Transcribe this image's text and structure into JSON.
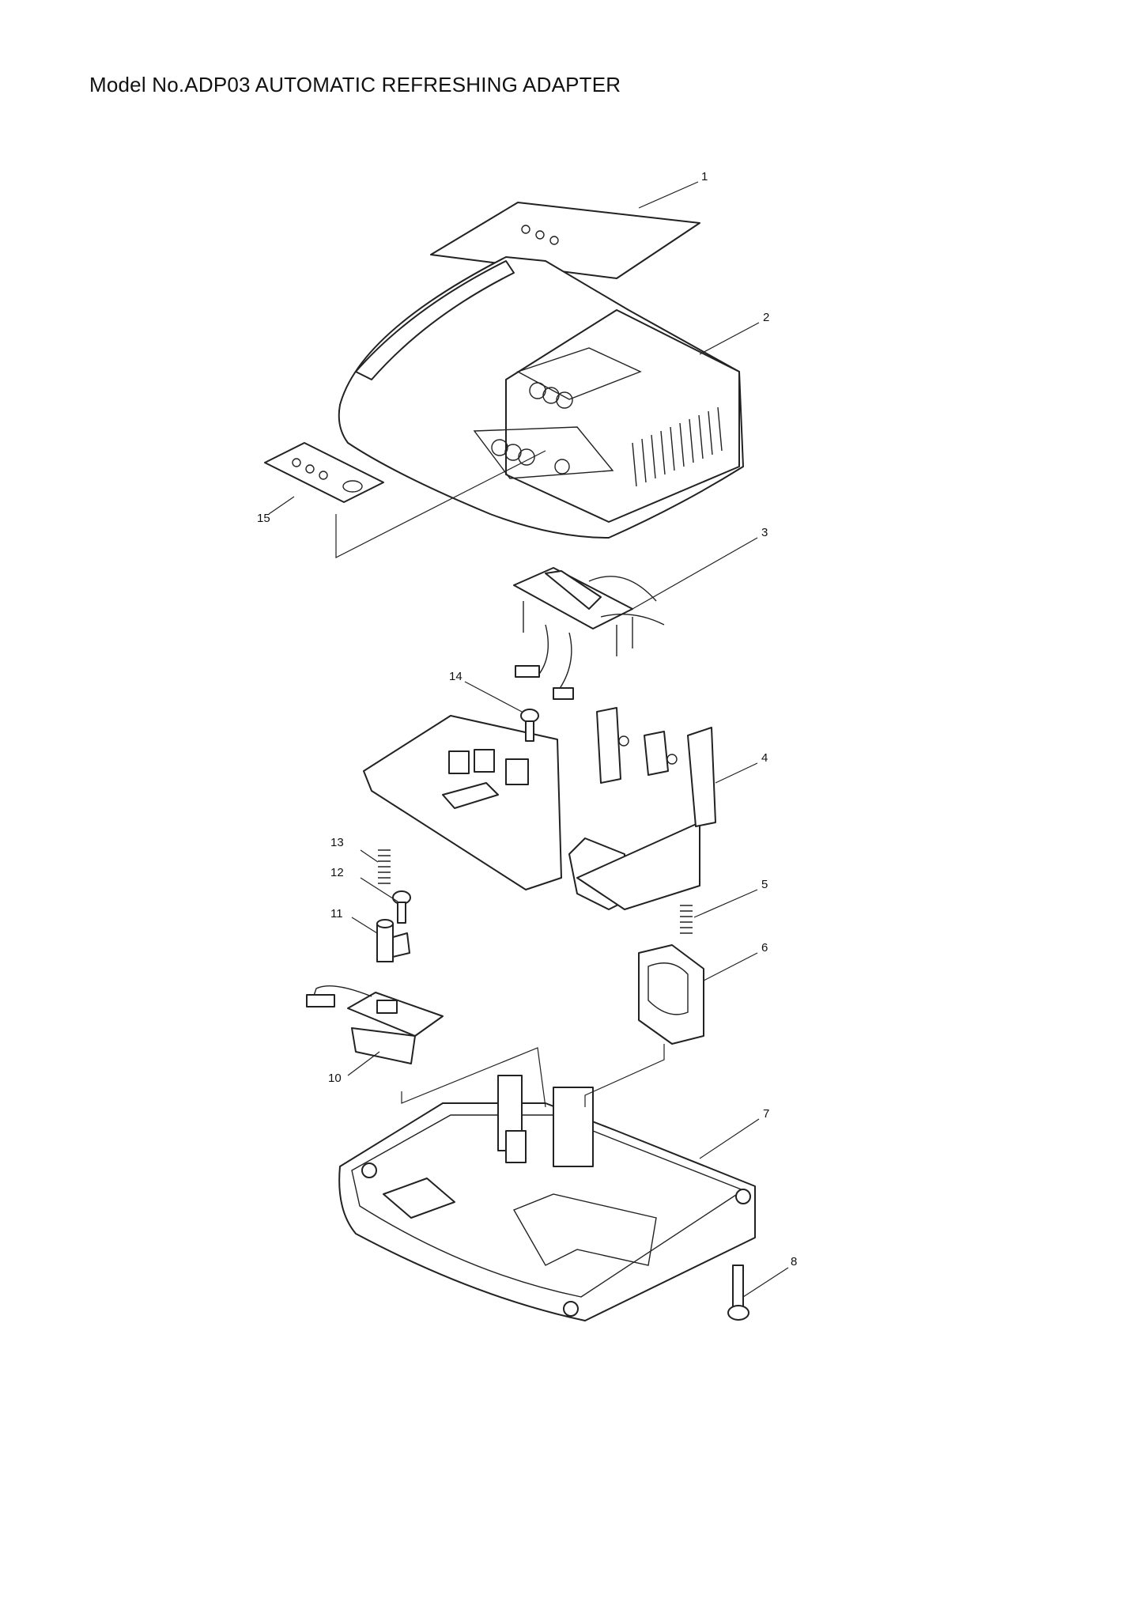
{
  "title": "Model No.ADP03 AUTOMATIC REFRESHING ADAPTER",
  "callouts": [
    {
      "id": "c1",
      "label": "1"
    },
    {
      "id": "c2",
      "label": "2"
    },
    {
      "id": "c3",
      "label": "3"
    },
    {
      "id": "c4",
      "label": "4"
    },
    {
      "id": "c5",
      "label": "5"
    },
    {
      "id": "c6",
      "label": "6"
    },
    {
      "id": "c7",
      "label": "7"
    },
    {
      "id": "c8",
      "label": "8"
    },
    {
      "id": "c10",
      "label": "10"
    },
    {
      "id": "c11",
      "label": "11"
    },
    {
      "id": "c12",
      "label": "12"
    },
    {
      "id": "c13",
      "label": "13"
    },
    {
      "id": "c14",
      "label": "14"
    },
    {
      "id": "c15",
      "label": "15"
    }
  ]
}
